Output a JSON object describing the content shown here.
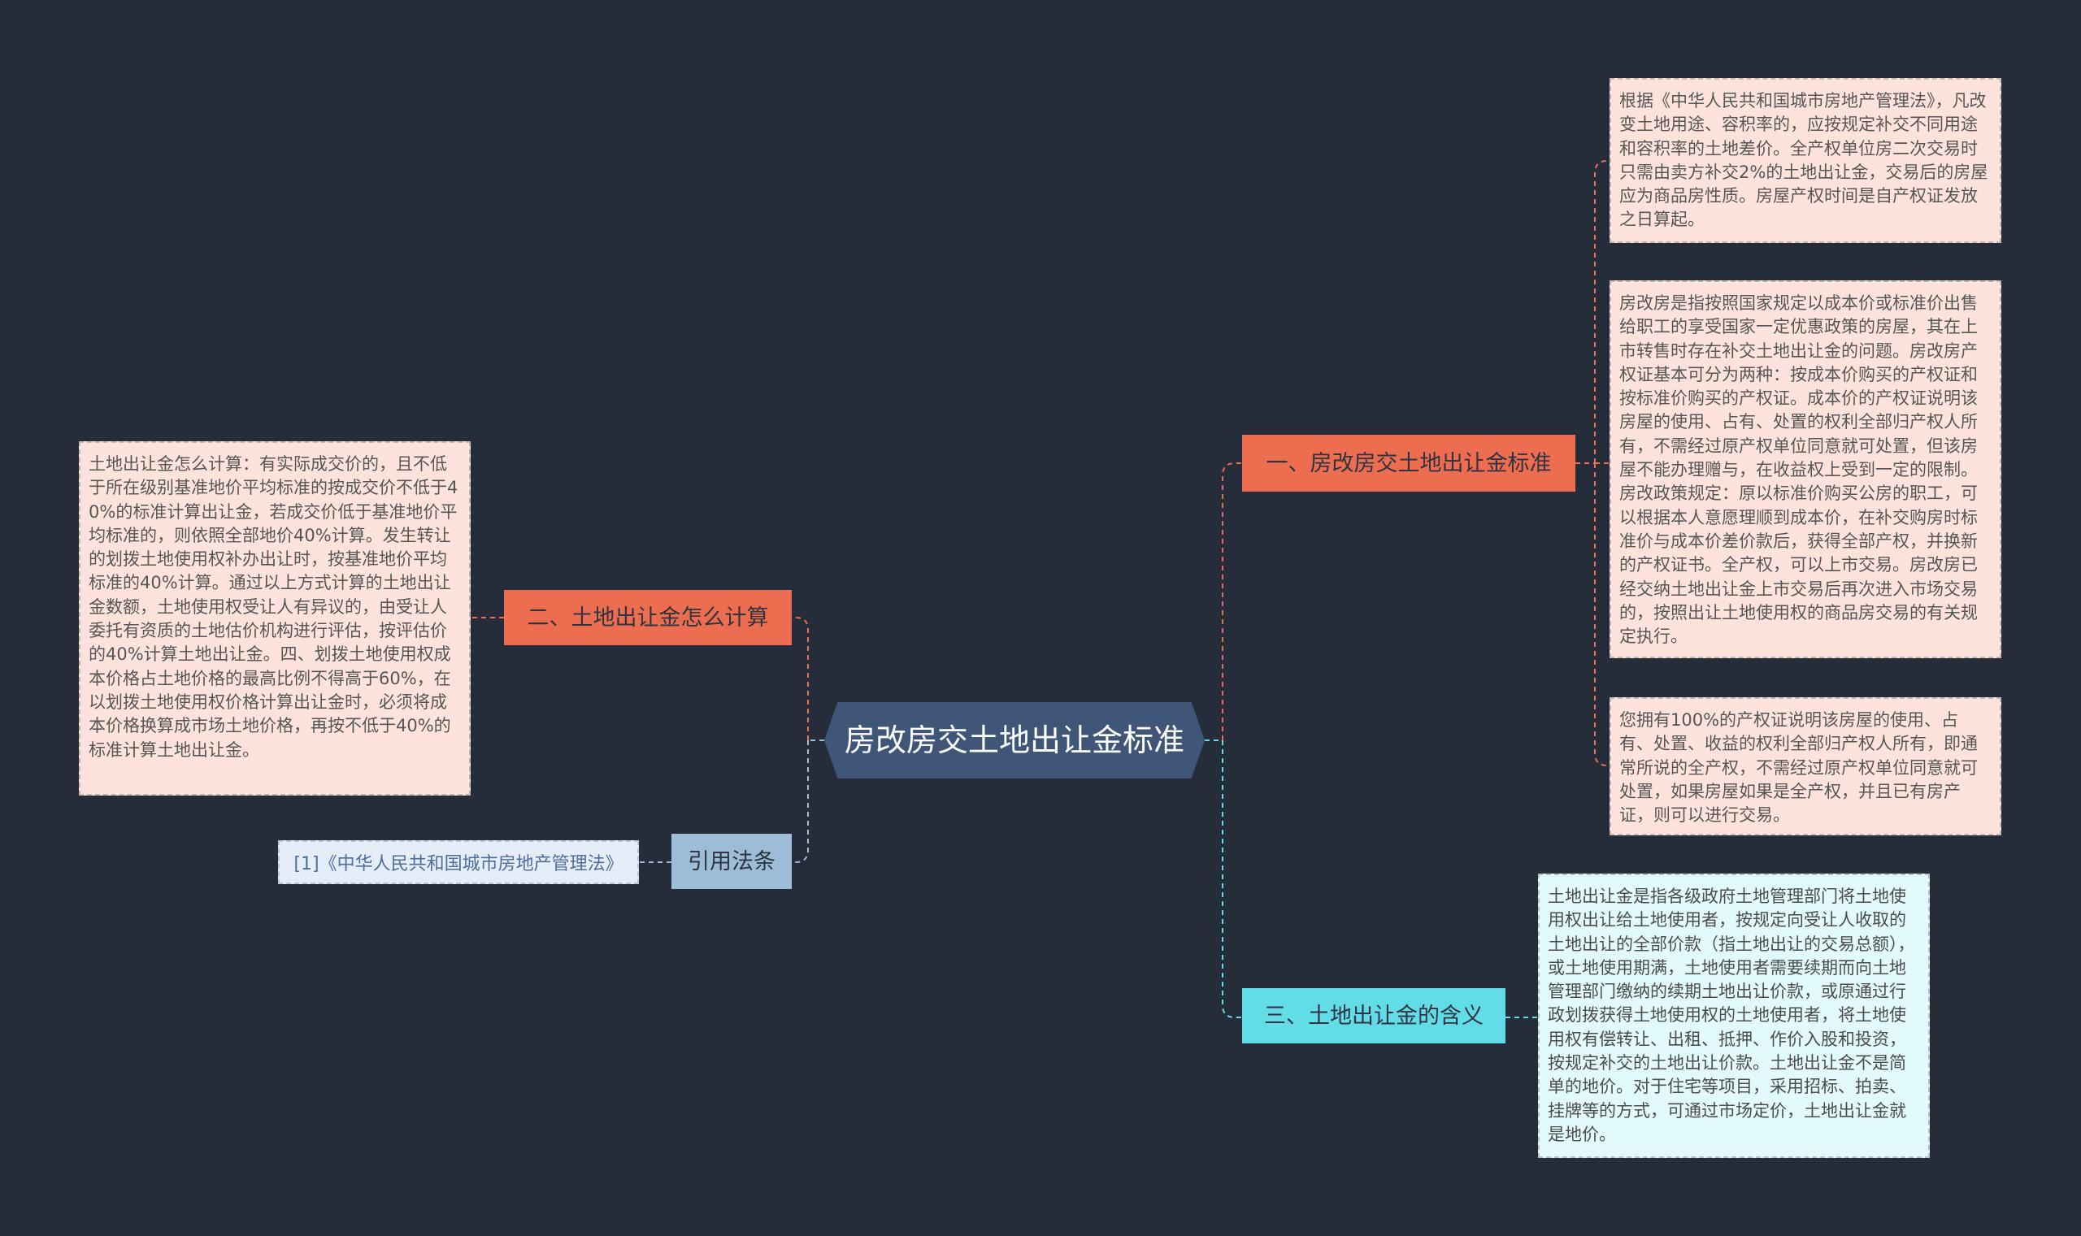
{
  "colors": {
    "background": "#252d3b",
    "central": "#3f5679",
    "orange": "#ec6d4f",
    "cyan": "#62dde8",
    "blue": "#9dbcd8",
    "note_peach": "#fde3dc",
    "note_cyan": "#e2fafc"
  },
  "central": {
    "label": "房改房交土地出让金标准"
  },
  "branches": {
    "one": {
      "label": "一、房改房交土地出让金标准",
      "notes": [
        "根据《中华人民共和国城市房地产管理法》，凡改变土地用途、容积率的，应按规定补交不同用途和容积率的土地差价。全产权单位房二次交易时只需由卖方补交2%的土地出让金，交易后的房屋应为商品房性质。房屋产权时间是自产权证发放之日算起。",
        "房改房是指按照国家规定以成本价或标准价出售给职工的享受国家一定优惠政策的房屋，其在上市转售时存在补交土地出让金的问题。房改房产权证基本可分为两种：按成本价购买的产权证和按标准价购买的产权证。成本价的产权证说明该房屋的使用、占有、处置的权利全部归产权人所有，不需经过原产权单位同意就可处置，但该房屋不能办理赠与，在收益权上受到一定的限制。房改政策规定：原以标准价购买公房的职工，可以根据本人意愿理顺到成本价，在补交购房时标准价与成本价差价款后，获得全部产权，并换新的产权证书。全产权，可以上市交易。房改房已经交纳土地出让金上市交易后再次进入市场交易的，按照出让土地使用权的商品房交易的有关规定执行。",
        "您拥有100%的产权证说明该房屋的使用、占有、处置、收益的权利全部归产权人所有，即通常所说的全产权，不需经过原产权单位同意就可处置，如果房屋如果是全产权，并且已有房产证，则可以进行交易。"
      ]
    },
    "two": {
      "label": "二、土地出让金怎么计算",
      "note": "土地出让金怎么计算：有实际成交价的，且不低于所在级别基准地价平均标准的按成交价不低于40%的标准计算出让金，若成交价低于基准地价平均标准的，则依照全部地价40%计算。发生转让的划拨土地使用权补办出让时，按基准地价平均标准的40%计算。通过以上方式计算的土地出让金数额，土地使用权受让人有异议的，由受让人委托有资质的土地估价机构进行评估，按评估价的40%计算土地出让金。四、划拨土地使用权成本价格占土地价格的最高比例不得高于60%，在以划拨土地使用权价格计算出让金时，必须将成本价格换算成市场土地价格，再按不低于40%的标准计算土地出让金。"
    },
    "three": {
      "label": "三、土地出让金的含义",
      "note": "土地出让金是指各级政府土地管理部门将土地使用权出让给土地使用者，按规定向受让人收取的土地出让的全部价款（指土地出让的交易总额），或土地使用期满，土地使用者需要续期而向土地管理部门缴纳的续期土地出让价款，或原通过行政划拨获得土地使用权的土地使用者，将土地使用权有偿转让、出租、抵押、作价入股和投资，按规定补交的土地出让价款。土地出让金不是简单的地价。对于住宅等项目，采用招标、拍卖、挂牌等的方式，可通过市场定价，土地出让金就是地价。"
    },
    "ref": {
      "label": "引用法条",
      "item": "[1]《中华人民共和国城市房地产管理法》"
    }
  }
}
